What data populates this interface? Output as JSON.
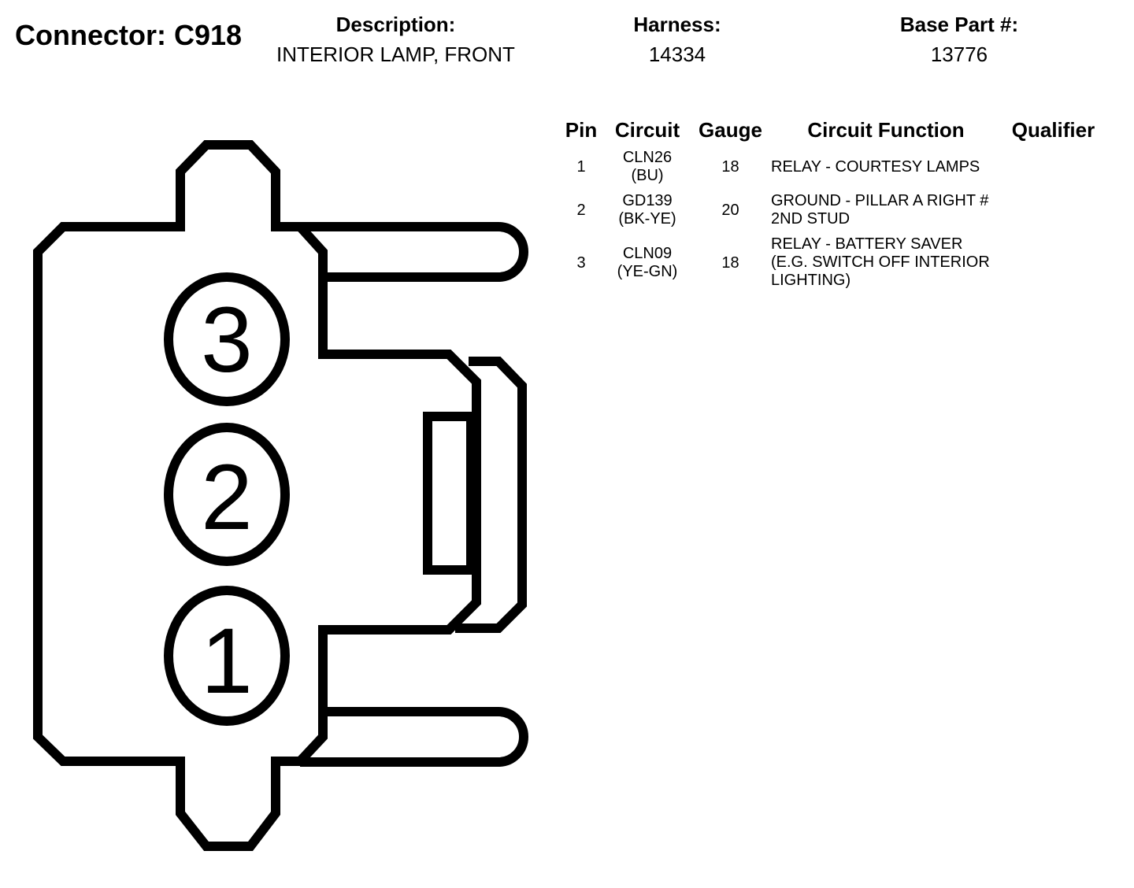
{
  "header": {
    "connector_label": "Connector: C918",
    "description_label": "Description:",
    "description_value": "INTERIOR LAMP, FRONT",
    "harness_label": "Harness:",
    "harness_value": "14334",
    "base_part_label": "Base Part #:",
    "base_part_value": "13776"
  },
  "table": {
    "columns": [
      "Pin",
      "Circuit",
      "Gauge",
      "Circuit Function",
      "Qualifier"
    ],
    "rows": [
      {
        "pin": "1",
        "circuit": "CLN26",
        "color": "(BU)",
        "gauge": "18",
        "function": [
          "RELAY - COURTESY LAMPS"
        ],
        "qualifier": ""
      },
      {
        "pin": "2",
        "circuit": "GD139",
        "color": "(BK-YE)",
        "gauge": "20",
        "function": [
          "GROUND - PILLAR A RIGHT #",
          "2ND STUD"
        ],
        "qualifier": ""
      },
      {
        "pin": "3",
        "circuit": "CLN09",
        "color": "(YE-GN)",
        "gauge": "18",
        "function": [
          "RELAY - BATTERY SAVER",
          "(E.G. SWITCH OFF INTERIOR",
          "LIGHTING)"
        ],
        "qualifier": ""
      }
    ]
  },
  "diagram": {
    "pin_labels": [
      "3",
      "2",
      "1"
    ],
    "line_color": "#000000"
  }
}
